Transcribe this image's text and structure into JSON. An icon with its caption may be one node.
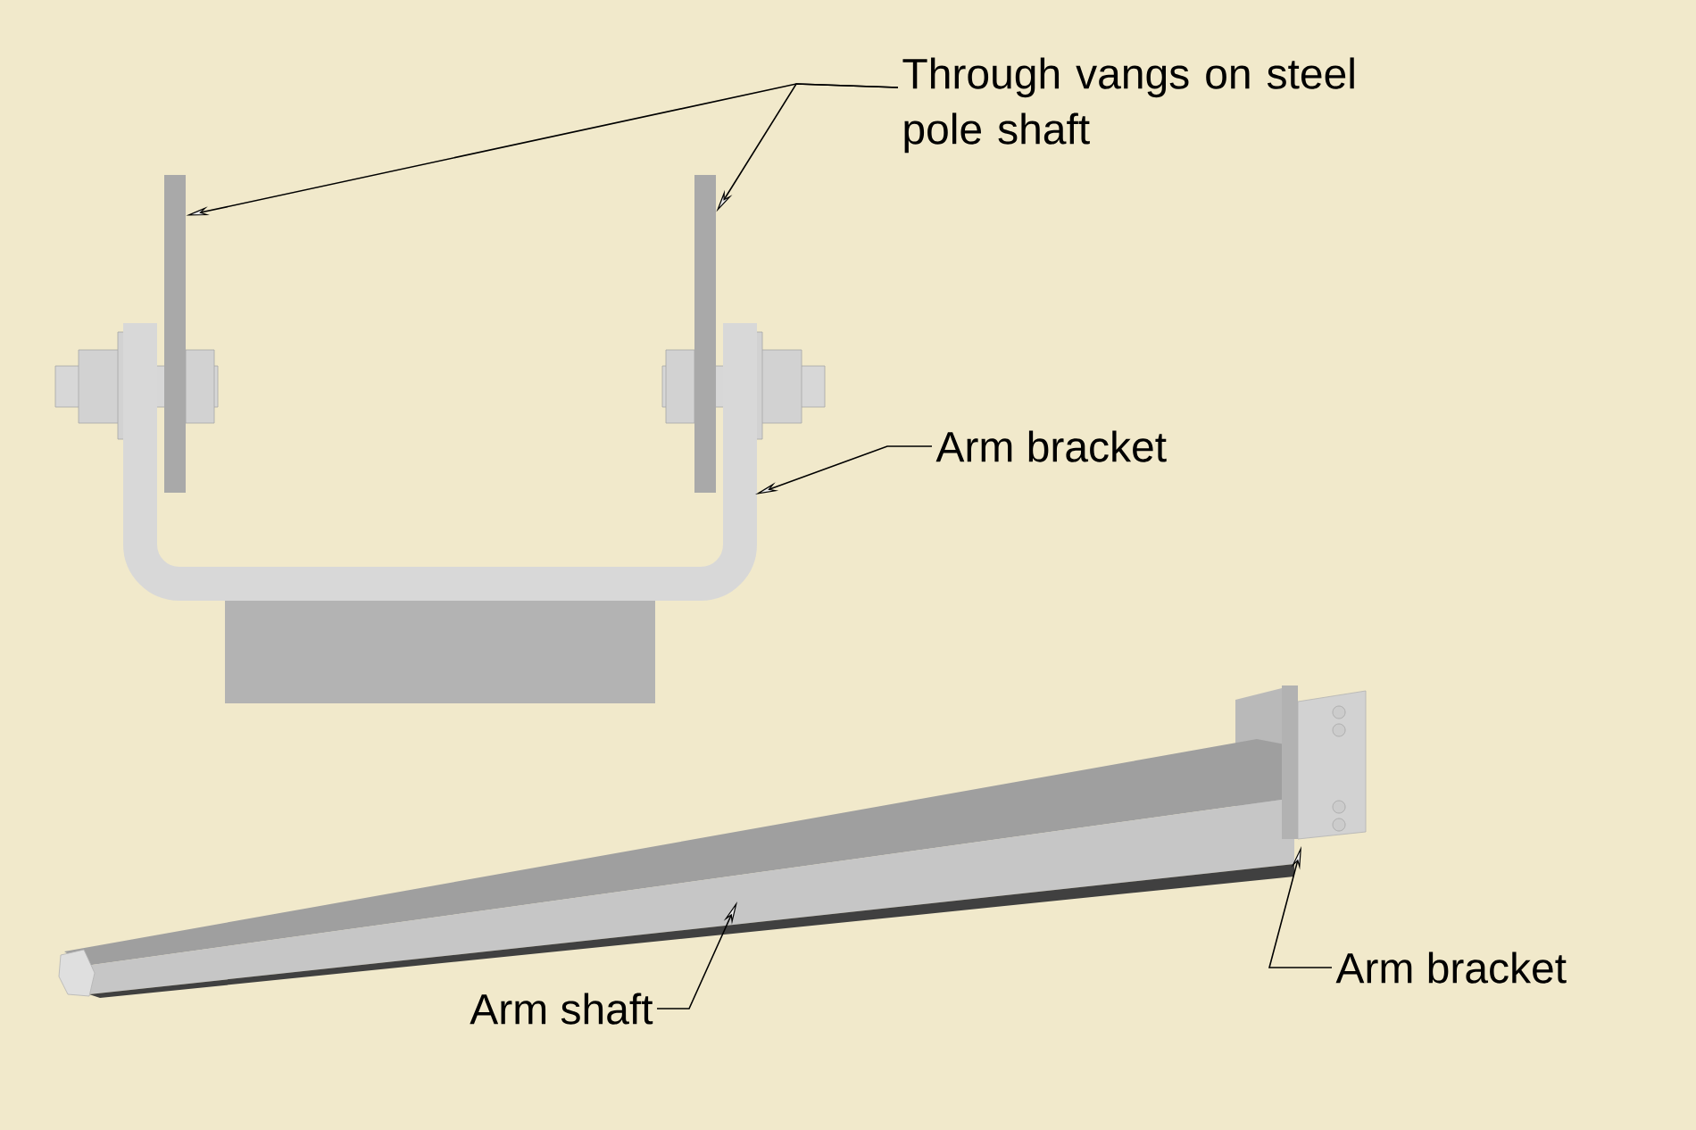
{
  "diagram": {
    "nodes": [
      {
        "text": [
          "Through vangs on steel pole shaft"
        ]
      },
      {
        "text": [
          "Arm bracket"
        ]
      },
      {
        "text": [
          "Arm shaft"
        ]
      },
      {
        "text": [
          "Arm bracket"
        ]
      },
      {
        "text": [],
        "shape": "bar"
      },
      {
        "text": [],
        "shape": "bar"
      },
      {
        "text": [],
        "shape": "picture"
      },
      {
        "text": [],
        "shape": "picture"
      },
      {
        "text": [],
        "shape": "picture"
      }
    ],
    "edges": [
      {
        "from": 0,
        "to": 4,
        "arrow": "to"
      },
      {
        "from": 0,
        "to": 5,
        "arrow": "to"
      },
      {
        "from": 1,
        "to": 6,
        "arrow": "to"
      },
      {
        "from": 2,
        "to": 7,
        "arrow": "to"
      },
      {
        "from": 3,
        "to": 8,
        "arrow": "to"
      }
    ]
  }
}
